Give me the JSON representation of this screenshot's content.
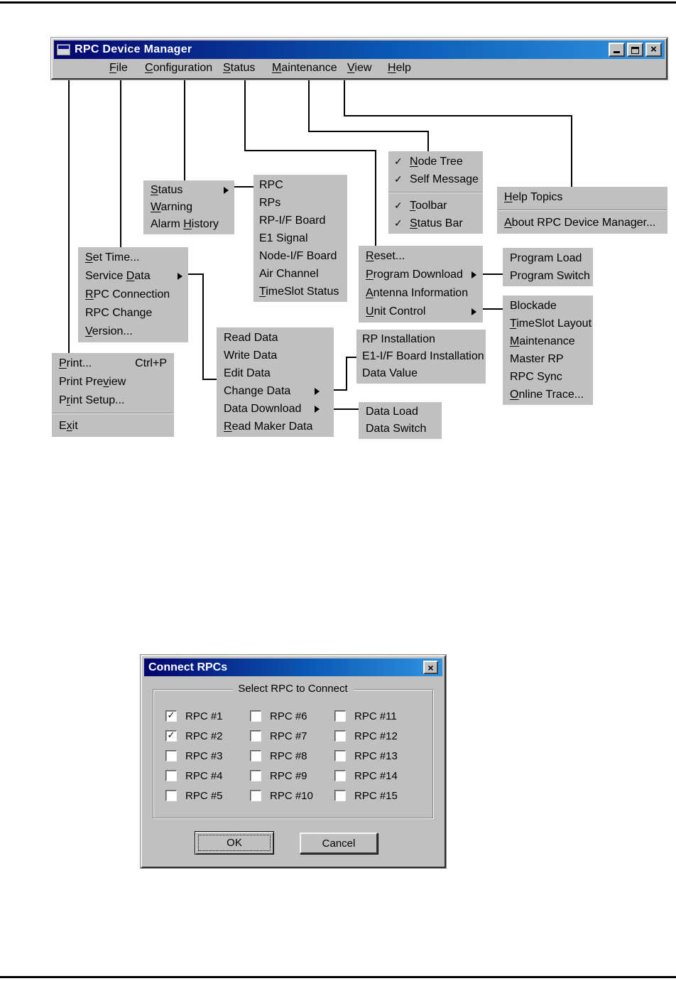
{
  "window": {
    "title": "RPC Device Manager",
    "menu_bar": [
      {
        "text": "File",
        "u": 0
      },
      {
        "text": "Configuration",
        "u": 0
      },
      {
        "text": "Status",
        "u": 0
      },
      {
        "text": "Maintenance",
        "u": 0
      },
      {
        "text": "View",
        "u": 0
      },
      {
        "text": "Help",
        "u": 0
      }
    ]
  },
  "menus": {
    "status": {
      "items": [
        {
          "text": "Status",
          "u": 0,
          "arrow": true
        },
        {
          "text": "Warning",
          "u": 0
        },
        {
          "text": "Alarm History",
          "u": 6
        }
      ]
    },
    "status_sub": {
      "items": [
        {
          "text": "RPC"
        },
        {
          "text": "RPs"
        },
        {
          "text": "RP-I/F Board"
        },
        {
          "text": "E1 Signal"
        },
        {
          "text": "Node-I/F Board"
        },
        {
          "text": "Air Channel"
        },
        {
          "text": "TimeSlot Status",
          "u": 0
        }
      ]
    },
    "view": {
      "items": [
        {
          "text": "Node Tree",
          "u": 0,
          "check": true
        },
        {
          "text": "Self Message",
          "check": true
        },
        {
          "sep": true
        },
        {
          "text": "Toolbar",
          "u": 0,
          "check": true
        },
        {
          "text": "Status Bar",
          "u": 0,
          "check": true
        }
      ]
    },
    "help": {
      "items": [
        {
          "text": "Help Topics",
          "u": 0
        },
        {
          "sep": true
        },
        {
          "text": "About RPC Device Manager...",
          "u": 0
        }
      ]
    },
    "configuration": {
      "items": [
        {
          "text": "Set Time...",
          "u": 0
        },
        {
          "text": "Service Data",
          "u": 8,
          "arrow": true
        },
        {
          "text": "RPC Connection",
          "u": 0
        },
        {
          "text": "RPC Change"
        },
        {
          "text": "Version...",
          "u": 0
        }
      ]
    },
    "maintenance": {
      "items": [
        {
          "text": "Reset...",
          "u": 0
        },
        {
          "text": "Program Download",
          "u": 0,
          "arrow": true
        },
        {
          "text": "Antenna Information",
          "u": 0
        },
        {
          "text": "Unit Control",
          "u": 0,
          "arrow": true
        }
      ]
    },
    "program_download": {
      "items": [
        {
          "text": "Program Load"
        },
        {
          "text": "Program Switch"
        }
      ]
    },
    "unit_control": {
      "items": [
        {
          "text": "Blockade"
        },
        {
          "text": "TimeSlot Layout",
          "u": 0
        },
        {
          "text": "Maintenance",
          "u": 0
        },
        {
          "text": "Master RP"
        },
        {
          "text": "RPC Sync"
        },
        {
          "text": "Online Trace...",
          "u": 0
        }
      ]
    },
    "service_data": {
      "items": [
        {
          "text": "Read Data"
        },
        {
          "text": "Write Data"
        },
        {
          "text": "Edit Data"
        },
        {
          "text": "Change Data",
          "arrow": true
        },
        {
          "text": "Data Download",
          "arrow": true
        },
        {
          "text": "Read Maker Data",
          "u": 0
        }
      ]
    },
    "change_data": {
      "items": [
        {
          "text": "RP Installation"
        },
        {
          "text": "E1-I/F Board Installation"
        },
        {
          "text": "Data Value"
        }
      ]
    },
    "data_download": {
      "items": [
        {
          "text": "Data Load"
        },
        {
          "text": "Data Switch"
        }
      ]
    },
    "file": {
      "items": [
        {
          "text": "Print...",
          "u": 0,
          "accel": "Ctrl+P"
        },
        {
          "text": "Print Preview",
          "u": 9
        },
        {
          "text": "Print Setup...",
          "u": 1
        },
        {
          "sep": true
        },
        {
          "text": "Exit",
          "u": 1
        }
      ]
    }
  },
  "dialog": {
    "title": "Connect RPCs",
    "group_label": "Select RPC to Connect",
    "checkboxes": [
      {
        "label": "RPC #1",
        "checked": true
      },
      {
        "label": "RPC #2",
        "checked": true
      },
      {
        "label": "RPC #3",
        "checked": false
      },
      {
        "label": "RPC #4",
        "checked": false
      },
      {
        "label": "RPC #5",
        "checked": false
      },
      {
        "label": "RPC #6",
        "checked": false
      },
      {
        "label": "RPC #7",
        "checked": false
      },
      {
        "label": "RPC #8",
        "checked": false
      },
      {
        "label": "RPC #9",
        "checked": false
      },
      {
        "label": "RPC #10",
        "checked": false
      },
      {
        "label": "RPC #11",
        "checked": false
      },
      {
        "label": "RPC #12",
        "checked": false
      },
      {
        "label": "RPC #13",
        "checked": false
      },
      {
        "label": "RPC #14",
        "checked": false
      },
      {
        "label": "RPC #15",
        "checked": false
      }
    ],
    "ok_label": "OK",
    "cancel_label": "Cancel"
  },
  "colors": {
    "titlebar_gradient_start": "#04046e",
    "titlebar_gradient_end": "#2f93e2",
    "chrome_gray": "#c0c0c0",
    "line_black": "#000000"
  }
}
